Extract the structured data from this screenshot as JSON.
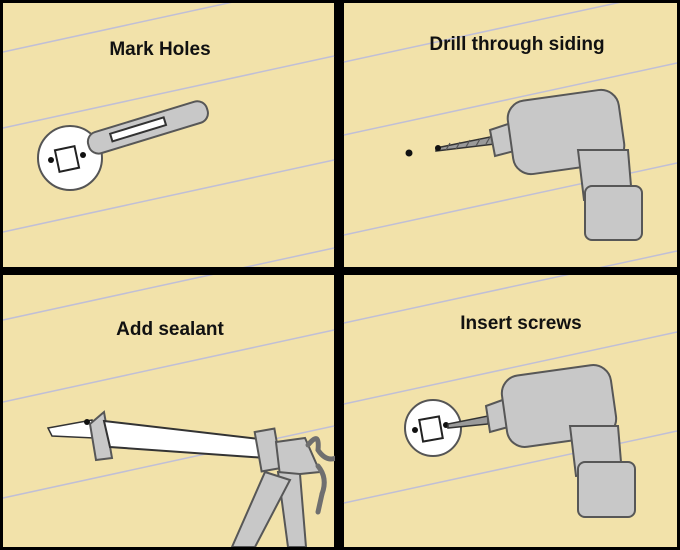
{
  "panels": [
    {
      "title": "Mark Holes"
    },
    {
      "title": "Drill through siding"
    },
    {
      "title": "Add sealant"
    },
    {
      "title": "Insert screws"
    }
  ],
  "colors": {
    "background": "#f2e2aa",
    "siding_lines": "#c0bfd6",
    "border": "#000000",
    "tool_gray": "#c8c8c8",
    "tool_outline": "#575757"
  }
}
